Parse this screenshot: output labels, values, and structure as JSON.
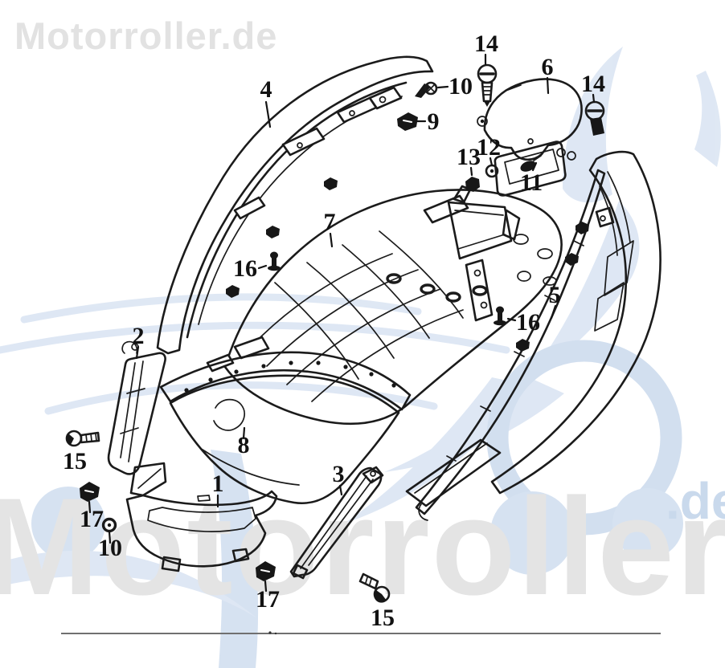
{
  "watermarks": {
    "top_logo": "Motorroller.de",
    "bottom_logo": "Motorroller",
    "bottom_suffix": ".de"
  },
  "colors": {
    "line_art": "#1b1b1b",
    "callout_text": "#121212",
    "watermark_gray": "#e3e3e3",
    "watermark_blue": "#dbe5f3",
    "watermark_blue_ring": "#cedcee",
    "watermark_suffix_blue": "#c9d9ec",
    "bottom_rule": "#707070",
    "background": "#ffffff"
  },
  "callouts": {
    "c1": {
      "label": "1"
    },
    "c2": {
      "label": "2"
    },
    "c3": {
      "label": "3"
    },
    "c4": {
      "label": "4"
    },
    "c5": {
      "label": "5"
    },
    "c6": {
      "label": "6"
    },
    "c7": {
      "label": "7"
    },
    "c8": {
      "label": "8"
    },
    "c9": {
      "label": "9"
    },
    "c10a": {
      "label": "10"
    },
    "c10b": {
      "label": "10"
    },
    "c11": {
      "label": "11"
    },
    "c12": {
      "label": "12"
    },
    "c13": {
      "label": "13"
    },
    "c14a": {
      "label": "14"
    },
    "c14b": {
      "label": "14"
    },
    "c15a": {
      "label": "15"
    },
    "c15b": {
      "label": "15"
    },
    "c16a": {
      "label": "16"
    },
    "c16b": {
      "label": "16"
    },
    "c17a": {
      "label": "17"
    },
    "c17b": {
      "label": "17"
    }
  }
}
